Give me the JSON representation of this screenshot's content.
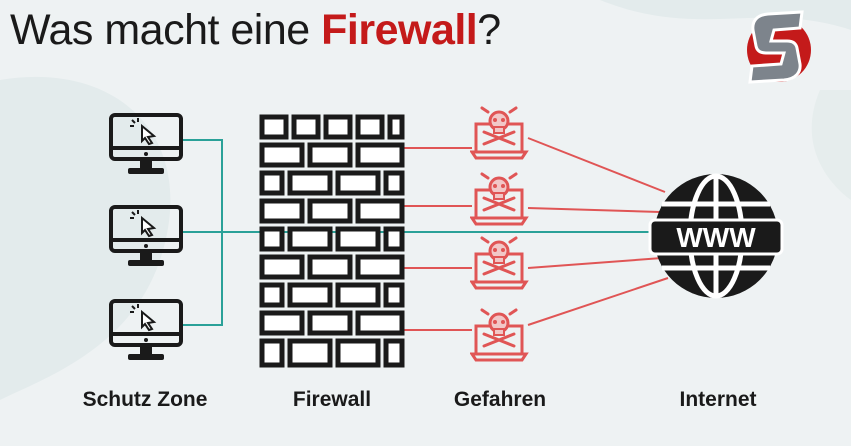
{
  "title": {
    "prefix": "Was macht eine ",
    "highlight": "Firewall",
    "suffix": "?"
  },
  "labels": {
    "zone": "Schutz Zone",
    "firewall": "Firewall",
    "threats": "Gefahren",
    "internet": "Internet"
  },
  "internet_badge": "WWW",
  "colors": {
    "accent": "#c41a1a",
    "teal": "#2aa198",
    "red_line": "#e05555",
    "dark": "#1a1a1a",
    "background": "#eef2f3"
  },
  "icons": {
    "computer": "computer-icon",
    "threat": "infected-laptop-icon",
    "globe": "globe-icon",
    "wall": "brick-wall-icon",
    "logo": "s-logo-icon"
  }
}
